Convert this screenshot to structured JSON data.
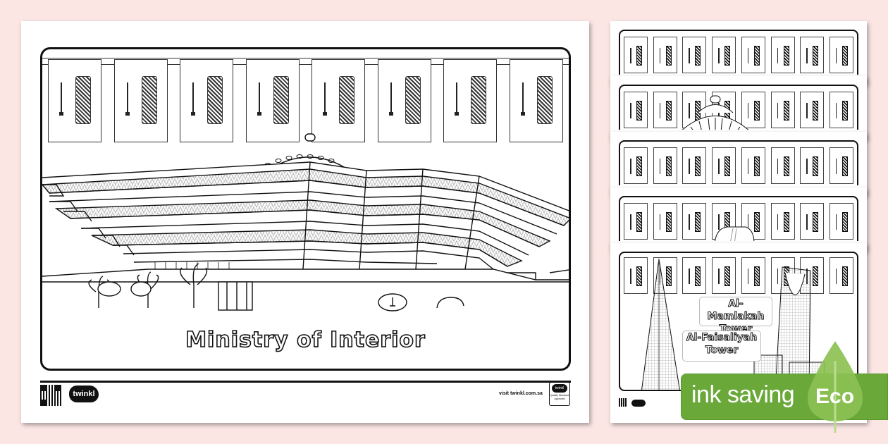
{
  "main_sheet": {
    "title": "Ministry of Interior",
    "flag_count": 8,
    "footer": {
      "logo_text": "twinkl",
      "visit_text": "visit twinkl.com.sa",
      "badge_top": "twinkl",
      "badge_text": "Quality Standard Approved"
    }
  },
  "stack_sheets": [
    {
      "name": "page-2",
      "feature": "flags-only"
    },
    {
      "name": "page-3",
      "feature": "dome-landmark"
    },
    {
      "name": "page-4",
      "feature": "flags-with-small-landmarks"
    },
    {
      "name": "page-5",
      "feature": "rounded-building"
    },
    {
      "name": "page-6",
      "feature": "towers"
    }
  ],
  "towers_sheet": {
    "labels": [
      "Al-Mamlakah Tower",
      "Al-Faisaliyah Tower"
    ],
    "label_lines": {
      "mamlakah_1": "Al-Mamlakah",
      "mamlakah_2": "Tower",
      "faisaliyah_1": "Al-Faisaliyah",
      "faisaliyah_2": "Tower"
    },
    "footer_logo": "twinkl"
  },
  "eco_badge": {
    "text": "ink saving",
    "word": "Eco",
    "colors": {
      "banner": "#6aa83a",
      "leaf": "#8cc152"
    }
  },
  "colors": {
    "background": "#fbe6e4",
    "paper": "#ffffff",
    "ink": "#111111"
  }
}
